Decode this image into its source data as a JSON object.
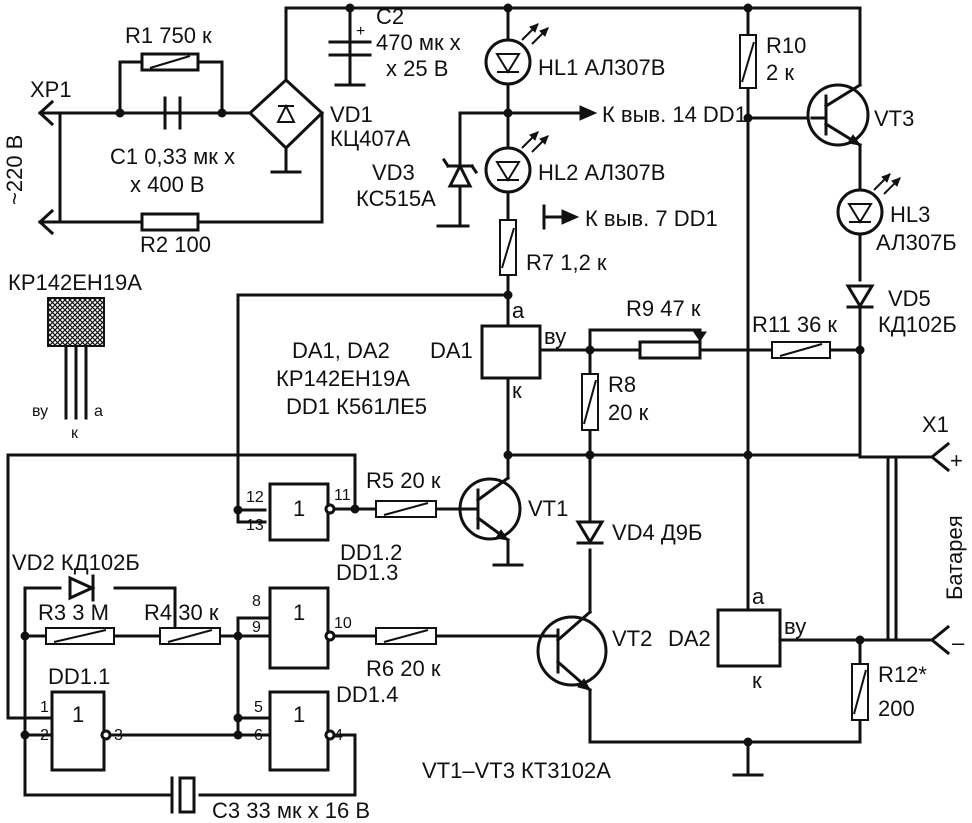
{
  "components": {
    "xp1": "XP1",
    "mains_voltage": "~220 В",
    "r1": "R1 750 к",
    "c1_line1": "C1 0,33 мк х",
    "c1_line2": "х 400 В",
    "r2": "R2 100",
    "vd1_name": "VD1",
    "vd1_type": "КЦ407А",
    "c2_name": "C2",
    "c2_value1": "470 мк х",
    "c2_value2": "х 25 В",
    "c2_plus": "+",
    "hl1": "HL1 АЛ307В",
    "hl2": "HL2 АЛ307В",
    "to_pin14": "К выв. 14 DD1",
    "to_pin7": "К выв. 7 DD1",
    "vd3_name": "VD3",
    "vd3_type": "КС515А",
    "r7": "R7 1,2 к",
    "r10_name": "R10",
    "r10_value": "2 к",
    "vt3": "VT3",
    "hl3_name": "HL3",
    "hl3_type": "АЛ307Б",
    "vd5_name": "VD5",
    "vd5_type": "КД102Б",
    "r9": "R9 47 к",
    "r11": "R11 36 к",
    "da1": "DA1",
    "r8_name": "R8",
    "r8_value": "20 к",
    "x1": "X1",
    "battery": "Батарея",
    "plus": "+",
    "minus": "–",
    "ic_pkg": "КР142ЕН19А",
    "pin_vu": "ву",
    "pin_a": "а",
    "pin_k": "к",
    "legend1": "DA1, DA2",
    "legend2": "КР142ЕН19А",
    "legend3": "DD1 К561ЛЕ5",
    "r5": "R5 20 к",
    "vt1": "VT1",
    "dd12": "DD1.2",
    "vd4": "VD4 Д9Б",
    "vd2": "VD2 КД102Б",
    "r3": "R3 3 М",
    "r4": "R4 30 к",
    "dd13": "DD1.3",
    "dd11": "DD1.1",
    "dd14": "DD1.4",
    "r6": "R6 20 к",
    "vt2": "VT2",
    "da2": "DA2",
    "r12_name": "R12*",
    "r12_value": "200",
    "transistors": "VT1–VT3  КТ3102А",
    "c3": "C3 33 мк х 16 В",
    "gate_label": "1",
    "pins": {
      "p12": "12",
      "p13": "13",
      "p11": "11",
      "p8": "8",
      "p9": "9",
      "p10": "10",
      "p1": "1",
      "p2": "2",
      "p3": "3",
      "p5": "5",
      "p6": "6",
      "p4": "4"
    }
  }
}
